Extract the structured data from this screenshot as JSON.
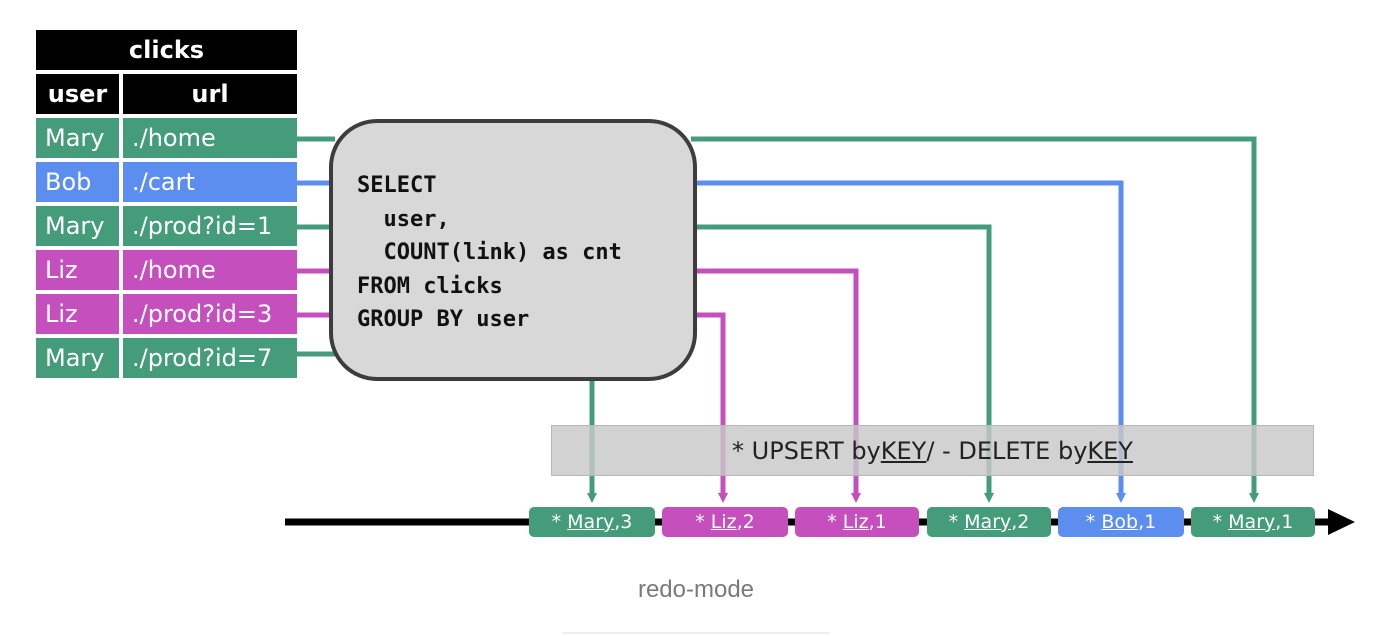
{
  "table": {
    "title": "clicks",
    "headers": {
      "user": "user",
      "url": "url"
    },
    "rows": [
      {
        "user": "Mary",
        "url": "./home"
      },
      {
        "user": "Bob",
        "url": "./cart"
      },
      {
        "user": "Mary",
        "url": "./prod?id=1"
      },
      {
        "user": "Liz",
        "url": "./home"
      },
      {
        "user": "Liz",
        "url": "./prod?id=3"
      },
      {
        "user": "Mary",
        "url": "./prod?id=7"
      }
    ]
  },
  "query": {
    "lines": [
      "SELECT",
      "  user,",
      "  COUNT(link) as cnt",
      "FROM clicks",
      "GROUP BY user"
    ]
  },
  "band": {
    "upsert_prefix": "* UPSERT by ",
    "key_word": "KEY",
    "delete_prefix": " / - DELETE by ",
    "key_word_2": "KEY"
  },
  "records": [
    {
      "prefix": "* ",
      "key": "Mary",
      "value": ",3"
    },
    {
      "prefix": "* ",
      "key": "Liz",
      "value": ",2"
    },
    {
      "prefix": "* ",
      "key": "Liz",
      "value": ",1"
    },
    {
      "prefix": "* ",
      "key": "Mary",
      "value": ",2"
    },
    {
      "prefix": "* ",
      "key": "Bob",
      "value": ",1"
    },
    {
      "prefix": "* ",
      "key": "Mary",
      "value": ",1"
    }
  ],
  "caption": "redo-mode",
  "colors": {
    "mary": "#459c7b",
    "bob": "#5c8ef0",
    "liz": "#c44fbd",
    "query_border": "#3d3d3d",
    "query_fill": "#d8d8d8"
  }
}
